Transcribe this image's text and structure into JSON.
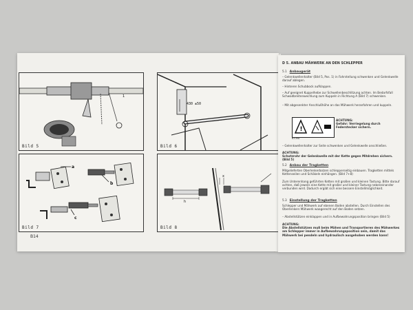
{
  "left_page": {
    "page_number": "B14",
    "figures": [
      {
        "caption": "Bild 5"
      },
      {
        "caption": "Bild 6",
        "dimension": "430 ±50"
      },
      {
        "caption": "Bild 7",
        "labels": [
          "a",
          "b",
          "c"
        ]
      },
      {
        "caption": "Bild 8",
        "labels": [
          "x",
          "h"
        ]
      }
    ]
  },
  "right_page": {
    "section_title": "D 5.   ANBAU MÄHWERK AN DEN SCHLEPPER",
    "s1_number": "5.1",
    "s1_title": "Anbaugerät",
    "s1_p1": "– Gelenkwellenhalter (Bild 5, Pos. 1) in Fahrstellung schwenken und Gelenkwelle darauf ablegen.",
    "s1_p2": "– Hinteren Schubbock aufklappen.",
    "s1_p3": "– Auf geeignet Kuppelhebe zur Schwellenbeschlitzung achten. Im Bedarfsfall Schwadbreitenwechlung zum Kuppeln in Richtung A (Bild 7) schwenken.",
    "s1_p4": "– Mit abgesenkter Anschlußhöhe an das Mähwerk heranfahren und kuppeln.",
    "warning_title": "ACHTUNG:",
    "warning_text": "Gefahr: Verriegelung durch Federstecker sichern.",
    "warning_code": "B3-MA",
    "s1_p5": "– Gelenkwellenhalter zur Seite schwenken und Gelenkwelle anschließen.",
    "achtung1_title": "ACHTUNG:",
    "achtung1_text": "Schutzrohr der Gelenkwelle mit der Kette gegen Mitdrehen sichern. (Bild 5)",
    "s2_number": "5.2",
    "s2_title": "Anbau der Tragketten",
    "s2_p1": "Mitgelieferten Oberlenkerbolzen schlepperseitig einbauen. Tragketten mittels Kettenseilen und Schäkeln einhängen. (Bild 7+8)",
    "s2_p2": "Zum Unterenhang geführten Ketten mit großen und kleinen Tastung. Bitte darauf achten, daß jeweils eine Kette mit großer und kleiner Tastung nebeneinander verbunden wird. Dadurch ergibt sich eine bessere Einstellmöglichkeit.",
    "s3_number": "5.3",
    "s3_title": "Einstellung der Tragketten",
    "s3_p1": "Schlepper und Mähwerk auf ebenen Boden abstellen. Durch Einstellen des Oberlenkers Mähwerk waagerecht auf den Boden setzen.",
    "s3_p2": "– Abstellstützen einklappen und in Aufbewahrungsposition bringen (Bild 5)",
    "achtung2_title": "ACHTUNG:",
    "achtung2_text": "Die Abstellstützen muß beim Mähen und Transportieren des Mähwerkes am Schlepper immer in Aufbewahrungsposition sein, damit das Mähwerk bei pendeln und hydraulisch ausgehoben werden kann!"
  }
}
